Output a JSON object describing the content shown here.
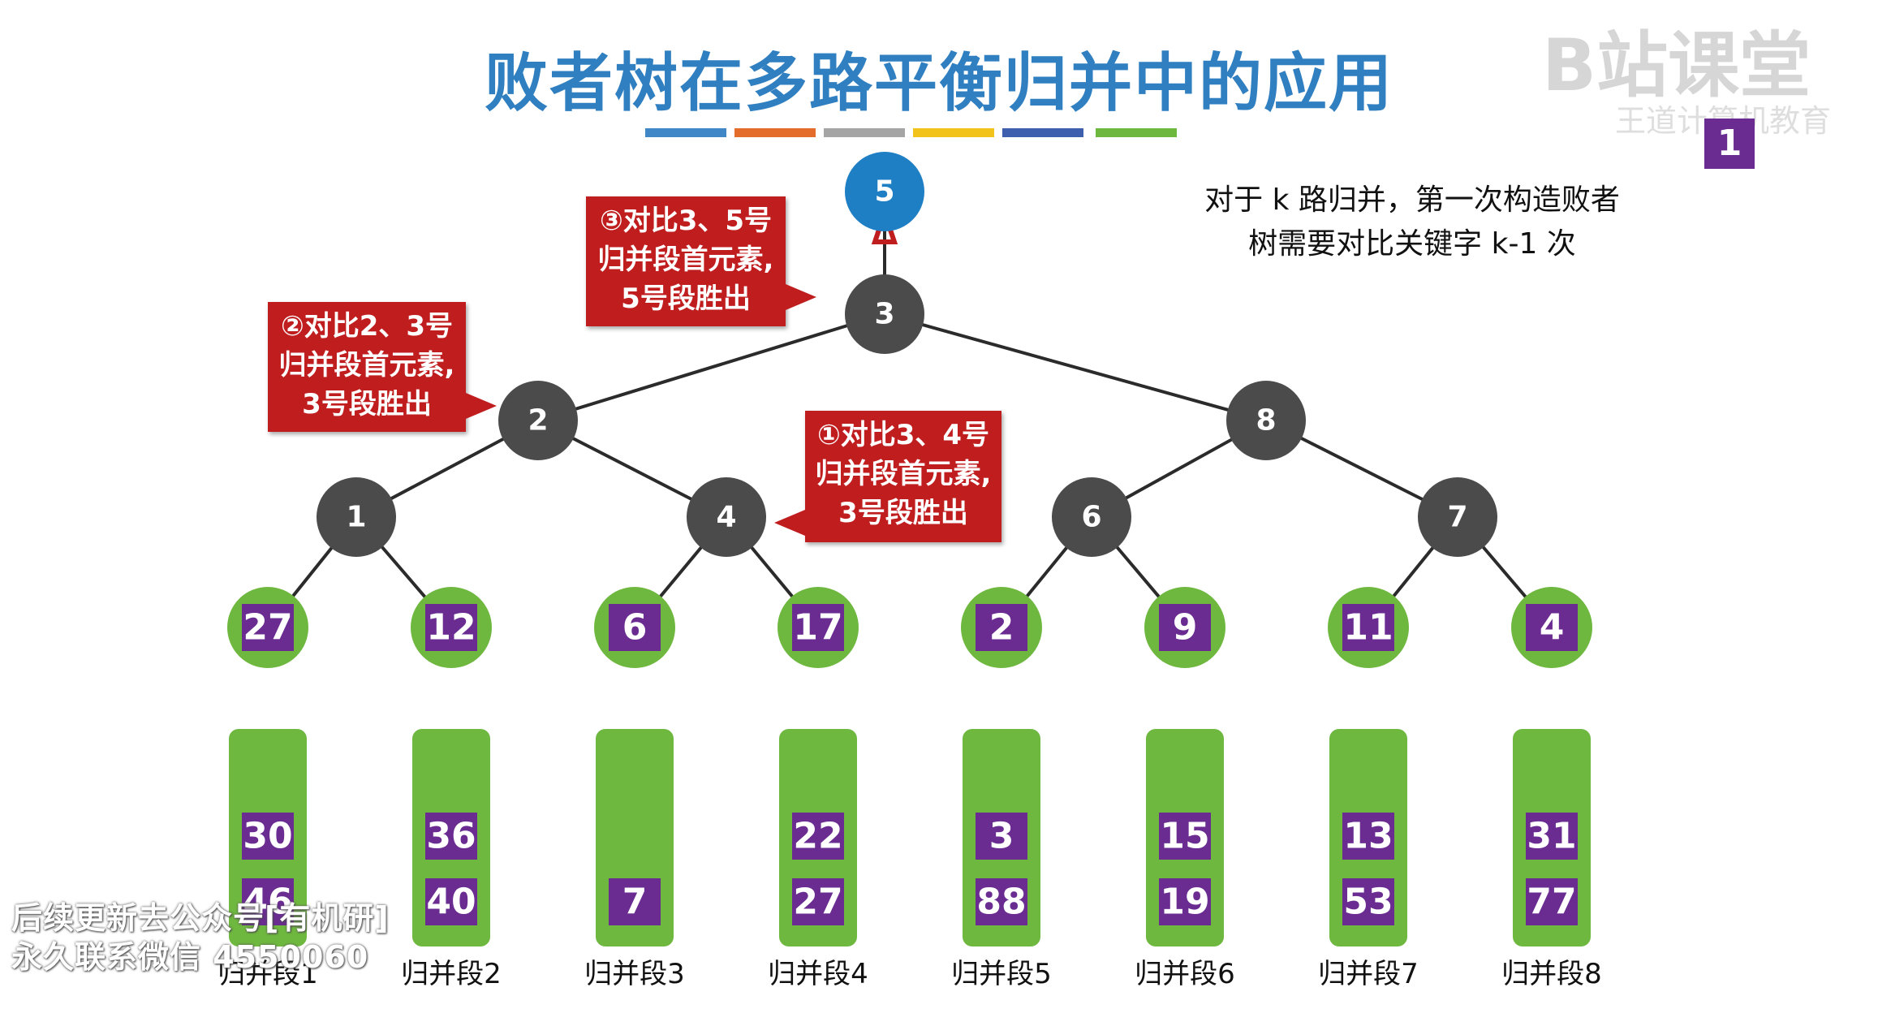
{
  "title": "败者树在多路平衡归并中的应用",
  "colors": {
    "title": "#2f7fc1",
    "accent_bars": [
      "#3f87c7",
      "#e46d2b",
      "#a5a5a5",
      "#f2c31b",
      "#3e5fae",
      "#6fb840"
    ],
    "internal_node": "#4b4b4b",
    "winner_node": "#1f7fc4",
    "leaf_green": "#6fb840",
    "value_purple": "#6a2c91",
    "callout_red": "#c01d1f"
  },
  "note": {
    "line1": "对于 k 路归并，第一次构造败者",
    "line2": "树需要对比关键字 k-1 次"
  },
  "logo": {
    "text": "B站课堂",
    "sub": "王道计算机教育"
  },
  "badge": "1",
  "tree": {
    "winner": "5",
    "internal": [
      "3",
      "2",
      "8",
      "1",
      "4",
      "6",
      "7"
    ]
  },
  "leaves": [
    "27",
    "12",
    "6",
    "17",
    "2",
    "9",
    "11",
    "4"
  ],
  "segments": [
    {
      "label": "归并段1",
      "values": [
        "30",
        "46"
      ]
    },
    {
      "label": "归并段2",
      "values": [
        "36",
        "40"
      ]
    },
    {
      "label": "归并段3",
      "values": [
        "7"
      ]
    },
    {
      "label": "归并段4",
      "values": [
        "22",
        "27"
      ]
    },
    {
      "label": "归并段5",
      "values": [
        "3",
        "88"
      ]
    },
    {
      "label": "归并段6",
      "values": [
        "15",
        "19"
      ]
    },
    {
      "label": "归并段7",
      "values": [
        "13",
        "53"
      ]
    },
    {
      "label": "归并段8",
      "values": [
        "31",
        "77"
      ]
    }
  ],
  "callouts": {
    "c1": {
      "line1": "①对比3、4号",
      "line2": "归并段首元素,",
      "line3": "3号段胜出"
    },
    "c2": {
      "line1": "②对比2、3号",
      "line2": "归并段首元素,",
      "line3": "3号段胜出"
    },
    "c3": {
      "line1": "③对比3、5号",
      "line2": "归并段首元素,",
      "line3": "5号段胜出"
    }
  },
  "watermark": {
    "line1": "后续更新去公众号[有机研]",
    "line2": "永久联系微信 4550060"
  }
}
